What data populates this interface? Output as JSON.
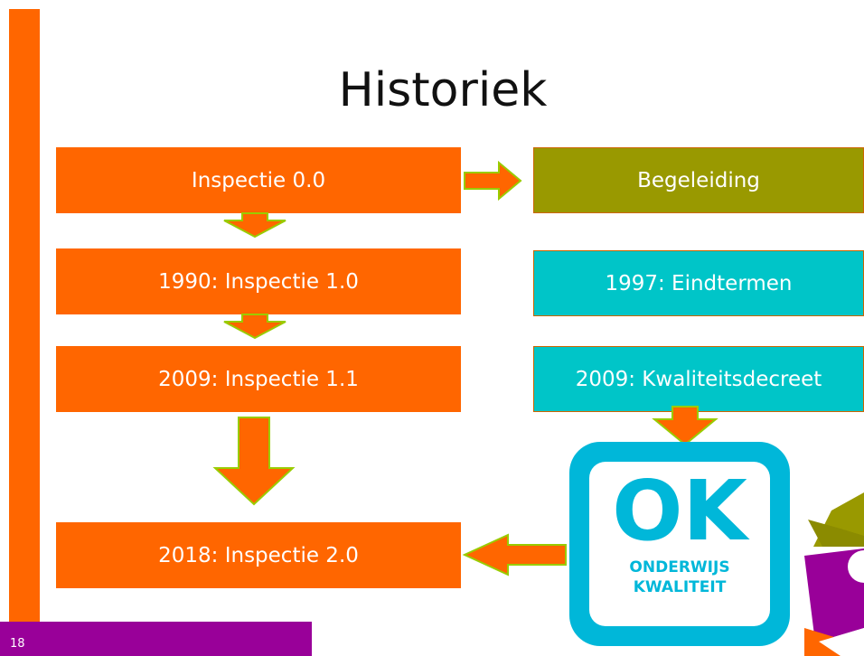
{
  "slide": {
    "title": "Historiek",
    "page_number": "18"
  },
  "boxes": {
    "inspectie_0": "Inspectie 0.0",
    "begeleiding": "Begeleiding",
    "inspectie_1": "1990: Inspectie 1.0",
    "eindtermen": "1997: Eindtermen",
    "inspectie_1_1": "2009: Inspectie 1.1",
    "kwaliteitsdecreet": "2009: Kwaliteitsdecreet",
    "inspectie_2": "2018: Inspectie 2.0"
  },
  "logo": {
    "big_text": "OK",
    "line1": "ONDERWIJS",
    "line2": "KWALITEIT"
  },
  "colors": {
    "orange": "#ff6600",
    "olive": "#999900",
    "teal": "#00c5c8",
    "purple": "#990099",
    "arrow_outline": "#99cc00"
  }
}
